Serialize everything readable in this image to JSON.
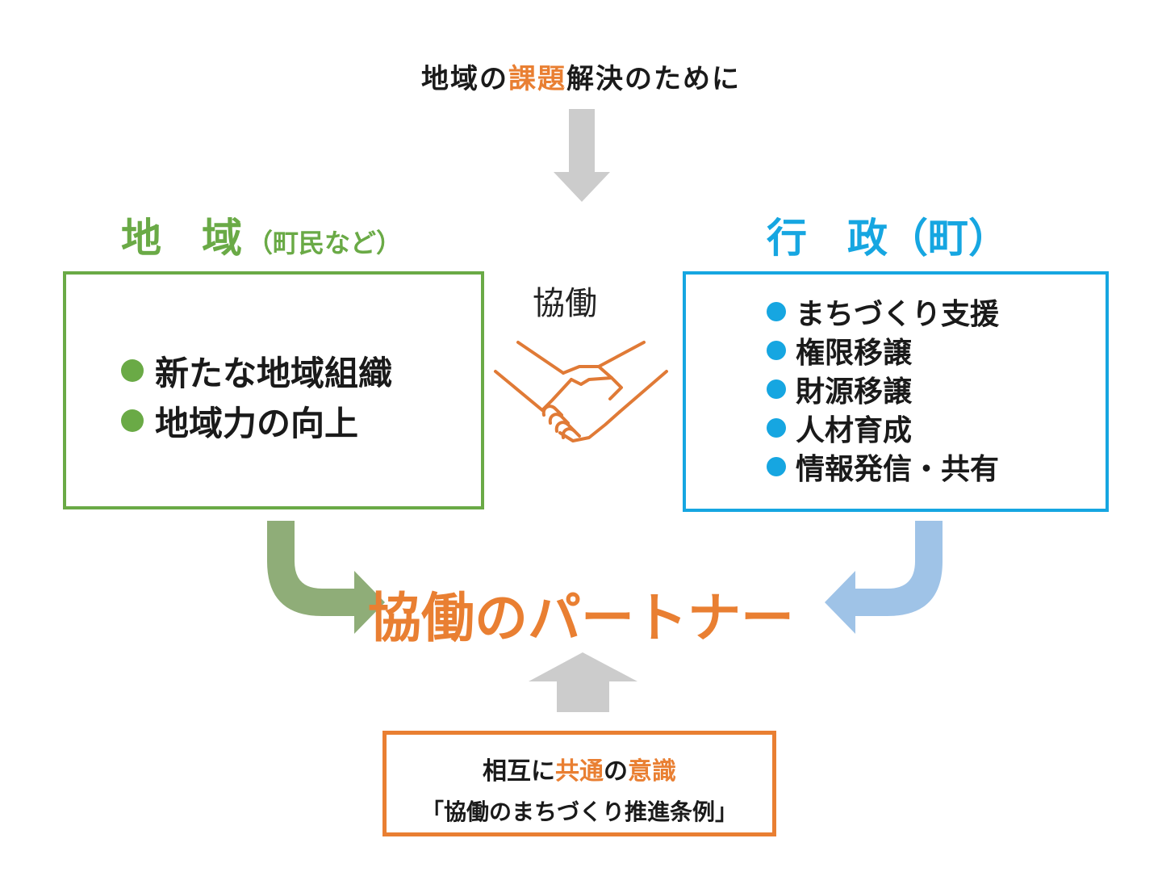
{
  "top": {
    "prefix": "地域の",
    "highlight": "課題",
    "suffix": "解決のために"
  },
  "left": {
    "heading": "地　域",
    "subheading": "（町民など）",
    "items": [
      "新たな地域組織",
      "地域力の向上"
    ],
    "color": "#6aaa46"
  },
  "right": {
    "heading": "行　政（町）",
    "items": [
      "まちづくり支援",
      "権限移譲",
      "財源移譲",
      "人材育成",
      "情報発信・共有"
    ],
    "color": "#16a6e1"
  },
  "center": {
    "label": "協働",
    "icon": "handshake-icon"
  },
  "partner": {
    "label": "協働のパートナー",
    "color": "#e97f32"
  },
  "bottom": {
    "line1_prefix": "相互に",
    "line1_h1": "共通",
    "line1_mid": "の",
    "line1_h2": "意識",
    "line2": "「協働のまちづくり推進条例」"
  },
  "colors": {
    "accent": "#e97f32",
    "grey_arrow": "#cccccc",
    "green_arrow": "#8fad78",
    "blue_arrow": "#9fc3e7"
  }
}
